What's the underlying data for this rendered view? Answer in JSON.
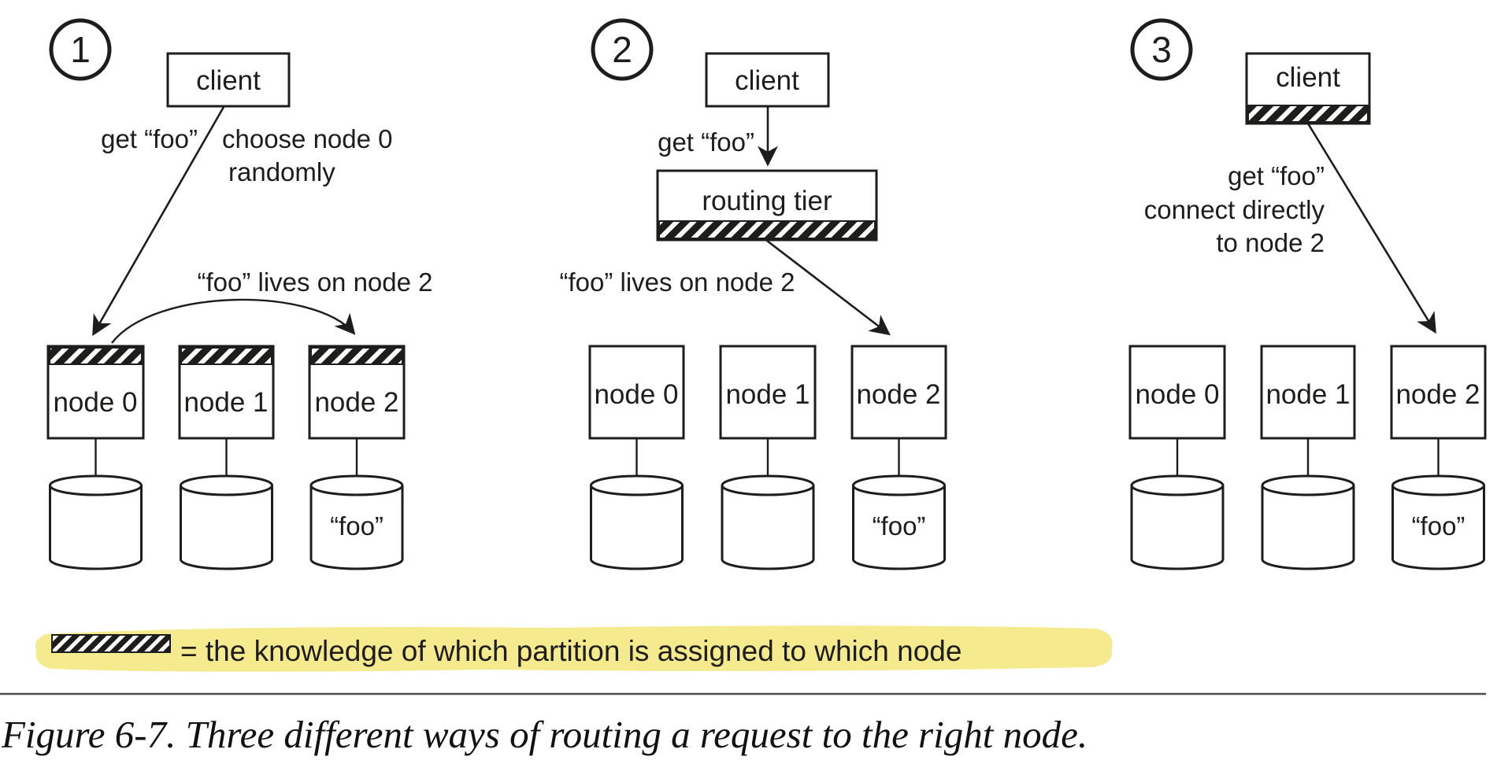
{
  "figure": {
    "caption": "Figure 6-7. Three different ways of routing a request to the right node.",
    "colors": {
      "ink": "#1d1d1b",
      "background": "#ffffff",
      "highlight_yellow": "#f5e77e",
      "rule_gray": "#4d4d4d"
    }
  },
  "legend": {
    "swatch_icon": "hatch-pattern-swatch",
    "text": "= the knowledge of which partition is assigned to which node"
  },
  "panels": [
    {
      "number": "1",
      "client_label": "client",
      "labels": {
        "request": "get “foo”",
        "choose_line1": "choose node 0",
        "choose_line2": "randomly",
        "lives": "“foo” lives on node 2"
      },
      "nodes": [
        "node 0",
        "node 1",
        "node 2"
      ],
      "store_label": "“foo”"
    },
    {
      "number": "2",
      "client_label": "client",
      "router_label": "routing tier",
      "labels": {
        "request": "get “foo”",
        "lives": "“foo” lives on node 2"
      },
      "nodes": [
        "node 0",
        "node 1",
        "node 2"
      ],
      "store_label": "“foo”"
    },
    {
      "number": "3",
      "client_label": "client",
      "labels": {
        "request": "get “foo”",
        "connect_line1": "connect directly",
        "connect_line2": "to node 2"
      },
      "nodes": [
        "node 0",
        "node 1",
        "node 2"
      ],
      "store_label": "“foo”"
    }
  ]
}
